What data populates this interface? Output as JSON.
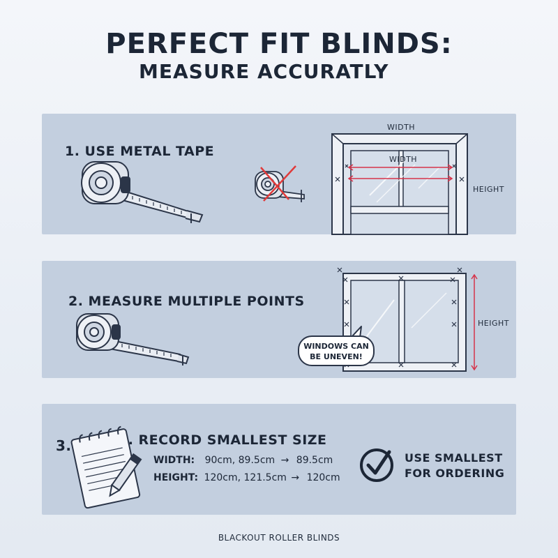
{
  "header": {
    "title_line1": "PERFECT FIT BLINDS:",
    "title_line2": "MEASURE ACCURATLY"
  },
  "step1": {
    "label": "1. USE METAL TAPE",
    "width_label_outer": "WIDTH",
    "width_label_inner": "WIDTH",
    "height_label": "HEIGHT"
  },
  "step2": {
    "label": "2. MEASURE MULTIPLE POINTS",
    "height_label": "HEIGHT",
    "bubble_line1": "WINDOWS CAN",
    "bubble_line2": "BE UNEVEN!"
  },
  "step3": {
    "number": "3.",
    "label": "3. RECORD SMALLEST SIZE",
    "width_key": "WIDTH:",
    "width_values": "90cm, 89.5cm",
    "width_result": "89.5cm",
    "height_key": "HEIGHT:",
    "height_values": "120cm, 121.5cm",
    "height_result": "120cm",
    "arrow": "→",
    "use_line1": "USE SMALLEST",
    "use_line2": "FOR ORDERING"
  },
  "footer": {
    "text": "BLACKOUT ROLLER BLINDS"
  },
  "colors": {
    "panel": "#c3cfdf",
    "ink": "#1c2636",
    "measure_red": "#d6334a",
    "cross_red": "#e03a3a"
  },
  "icons": [
    "tape-measure-icon",
    "crossed-tape-icon",
    "notepad-pencil-icon",
    "checkmark-circle-icon"
  ]
}
